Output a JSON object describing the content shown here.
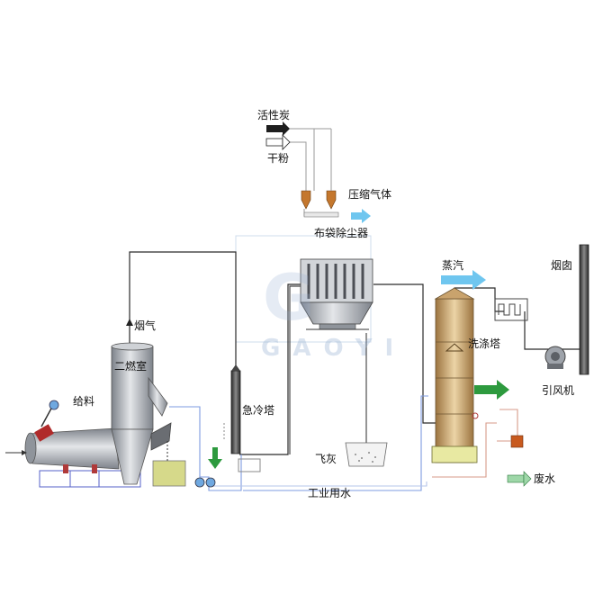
{
  "watermark": "GAOYI",
  "labels": {
    "activated_carbon": "活性炭",
    "dry_powder": "干粉",
    "compressed_gas": "压缩气体",
    "bag_filter": "布袋除尘器",
    "steam": "蒸汽",
    "chimney": "烟囱",
    "flue_gas": "烟气",
    "secondary_chamber": "二燃室",
    "scrubber": "洗涤塔",
    "feed": "给料",
    "quench_tower": "急冷塔",
    "induced_fan": "引风机",
    "fly_ash": "飞灰",
    "waste_water": "废水",
    "industrial_water": "工业用水"
  },
  "colors": {
    "steel": "#a9adb3",
    "pipe": "#2b2b2b",
    "water_pipe": "#6f8fd6",
    "blue_arrow": "#6fc6ef",
    "green_arrow": "#2d9a3e",
    "hopper": "#c4772d",
    "scrubber_body": "#c9a36d",
    "tank": "#d6d98a"
  }
}
